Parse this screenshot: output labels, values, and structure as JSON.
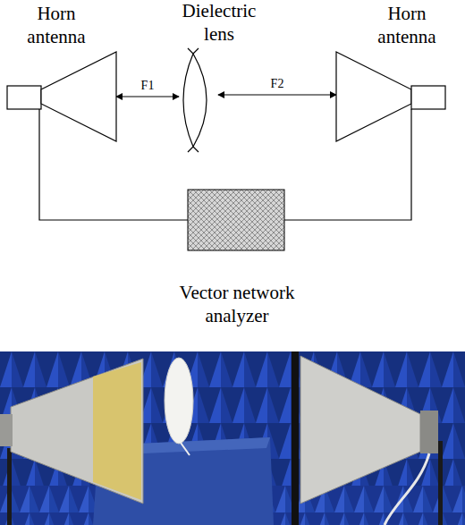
{
  "diagram": {
    "nodes": [
      {
        "text": [
          "Horn antenna"
        ]
      },
      {
        "text": [
          "Dielectric lens"
        ]
      },
      {
        "text": [
          "Horn antenna"
        ]
      },
      {
        "text": [
          "Vector network analyzer"
        ]
      }
    ],
    "edges": [
      {
        "from": 0,
        "to": 1,
        "label": "F1",
        "arrow": "both"
      },
      {
        "from": 1,
        "to": 2,
        "label": "F2",
        "arrow": "both"
      },
      {
        "from": 0,
        "to": 3,
        "arrow": "none"
      },
      {
        "from": 2,
        "to": 3,
        "arrow": "none"
      }
    ]
  }
}
